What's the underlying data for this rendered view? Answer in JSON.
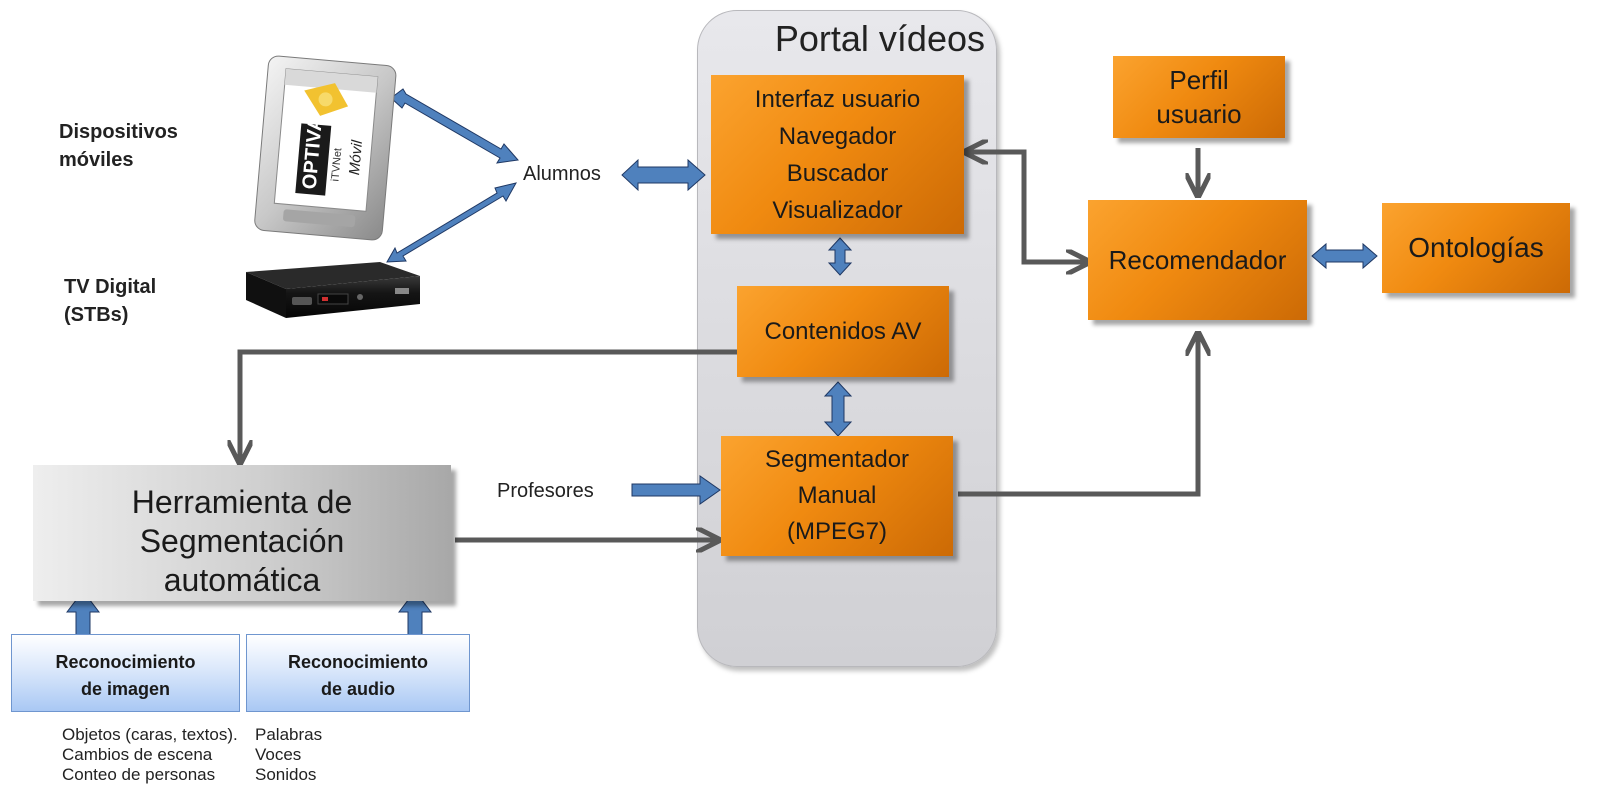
{
  "portal": {
    "title": "Portal vídeos"
  },
  "devices": {
    "mobile_label": [
      "Dispositivos",
      "móviles"
    ],
    "tv_label": [
      "TV Digital",
      "(STBs)"
    ],
    "phone_logo_main": "OPTIVA",
    "phone_logo_sub": "iTVNet",
    "phone_logo_text": "Móvil"
  },
  "actors": {
    "students": "Alumnos",
    "teachers": "Profesores"
  },
  "boxes": {
    "interface": [
      "Interfaz usuario",
      "Navegador",
      "Buscador",
      "Visualizador"
    ],
    "contents": "Contenidos AV",
    "segmenter": [
      "Segmentador",
      "Manual",
      "(MPEG7)"
    ],
    "profile": [
      "Perfil",
      "usuario"
    ],
    "recommender": "Recomendador",
    "ontologies": "Ontologías",
    "tool": [
      "Herramienta de",
      "Segmentación",
      "automática"
    ],
    "image_recognition": [
      "Reconocimiento",
      "de imagen"
    ],
    "audio_recognition": [
      "Reconocimiento",
      "de audio"
    ]
  },
  "details": {
    "image": [
      "Objetos (caras, textos).",
      "Cambios de escena",
      "Conteo de personas"
    ],
    "audio": [
      "Palabras",
      "Voces",
      "Sonidos"
    ]
  },
  "colors": {
    "orange": "#f08a10",
    "blue_arrow": "#4f81bd",
    "connector": "#595959",
    "portal_bg": "#dcdcdf"
  }
}
